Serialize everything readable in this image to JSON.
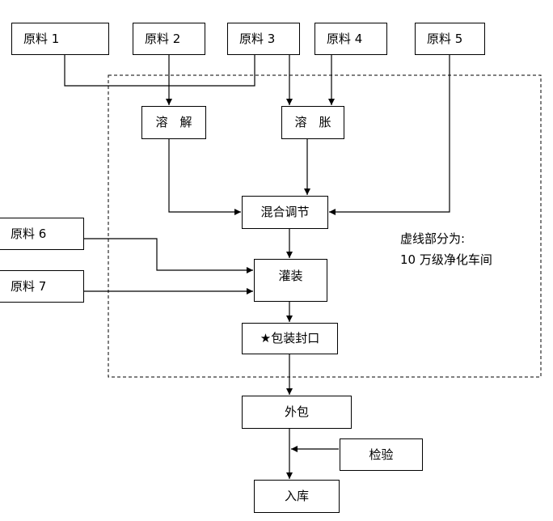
{
  "materials": {
    "m1": "原料 1",
    "m2": "原料 2",
    "m3": "原料 3",
    "m4": "原料 4",
    "m5": "原料 5",
    "m6": "原料 6",
    "m7": "原料 7"
  },
  "process": {
    "dissolve": "溶　解",
    "swell": "溶　胀",
    "mix": "混合调节",
    "fill": "灌装",
    "pack_seal": "★包装封口",
    "outer_pack": "外包",
    "inspect": "检验",
    "warehouse": "入库"
  },
  "cleanroom_note": {
    "line1": "虚线部分为:",
    "line2": "10 万级净化车间"
  }
}
